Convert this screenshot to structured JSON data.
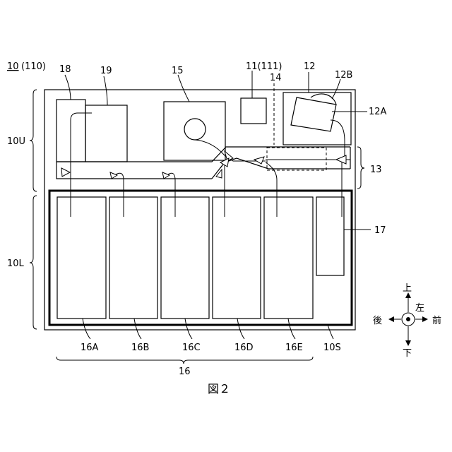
{
  "labels": {
    "device": "10",
    "device_alt": "(110)",
    "l18": "18",
    "l19": "19",
    "l15": "15",
    "l11": "11(111)",
    "l12": "12",
    "l12b": "12B",
    "l14": "14",
    "l12a": "12A",
    "l10u": "10U",
    "l13": "13",
    "l10l": "10L",
    "l17": "17",
    "l16a": "16A",
    "l16b": "16B",
    "l16c": "16C",
    "l16d": "16D",
    "l16e": "16E",
    "l16": "16",
    "l10s": "10S"
  },
  "caption": "図２",
  "directions": {
    "up": "上",
    "down": "下",
    "back": "後",
    "front": "前",
    "left": "左"
  }
}
